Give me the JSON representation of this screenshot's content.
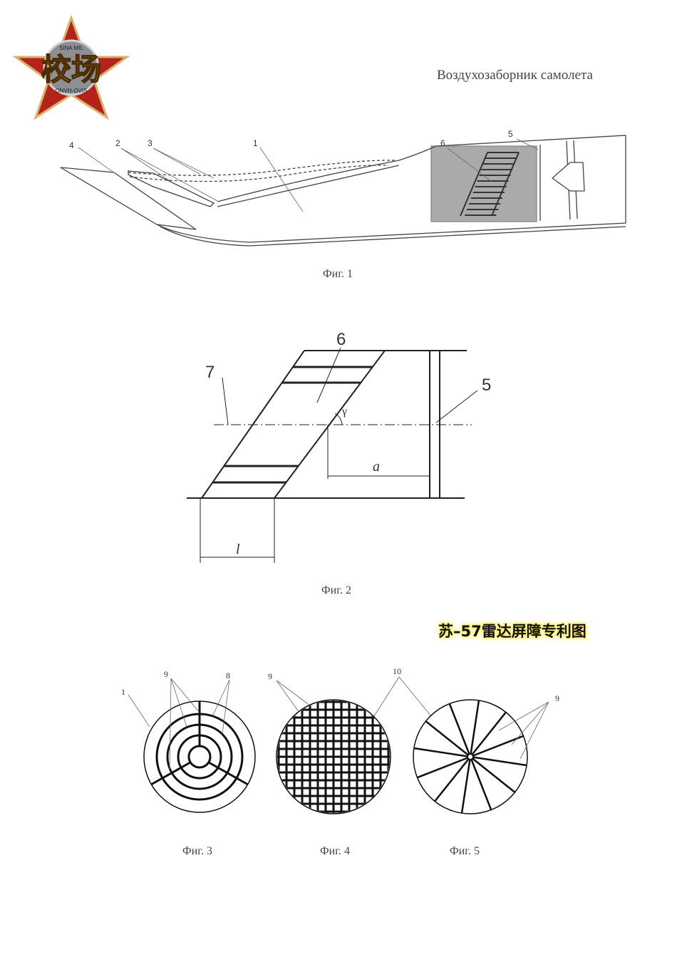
{
  "logo": {
    "name": "校场",
    "ring_text_top": "SINA MIL",
    "ring_text_bottom": "ONVH-OVIS"
  },
  "document_title": "Воздухозаборник самолета",
  "chinese_caption": "苏–57雷达屏障专利图",
  "fig1": {
    "caption": "Фиг. 1",
    "labels": [
      "4",
      "2",
      "3",
      "1",
      "6",
      "5"
    ]
  },
  "fig2": {
    "caption": "Фиг. 2",
    "labels": {
      "seven": "7",
      "six": "6",
      "five": "5",
      "gamma": "γ",
      "a": "a",
      "l": "l"
    }
  },
  "fig3": {
    "caption": "Фиг. 3",
    "labels": [
      "1",
      "9",
      "8"
    ]
  },
  "fig4": {
    "caption": "Фиг. 4",
    "labels": [
      "9"
    ]
  },
  "fig5": {
    "caption": "Фиг. 5",
    "labels": [
      "10",
      "9"
    ]
  }
}
